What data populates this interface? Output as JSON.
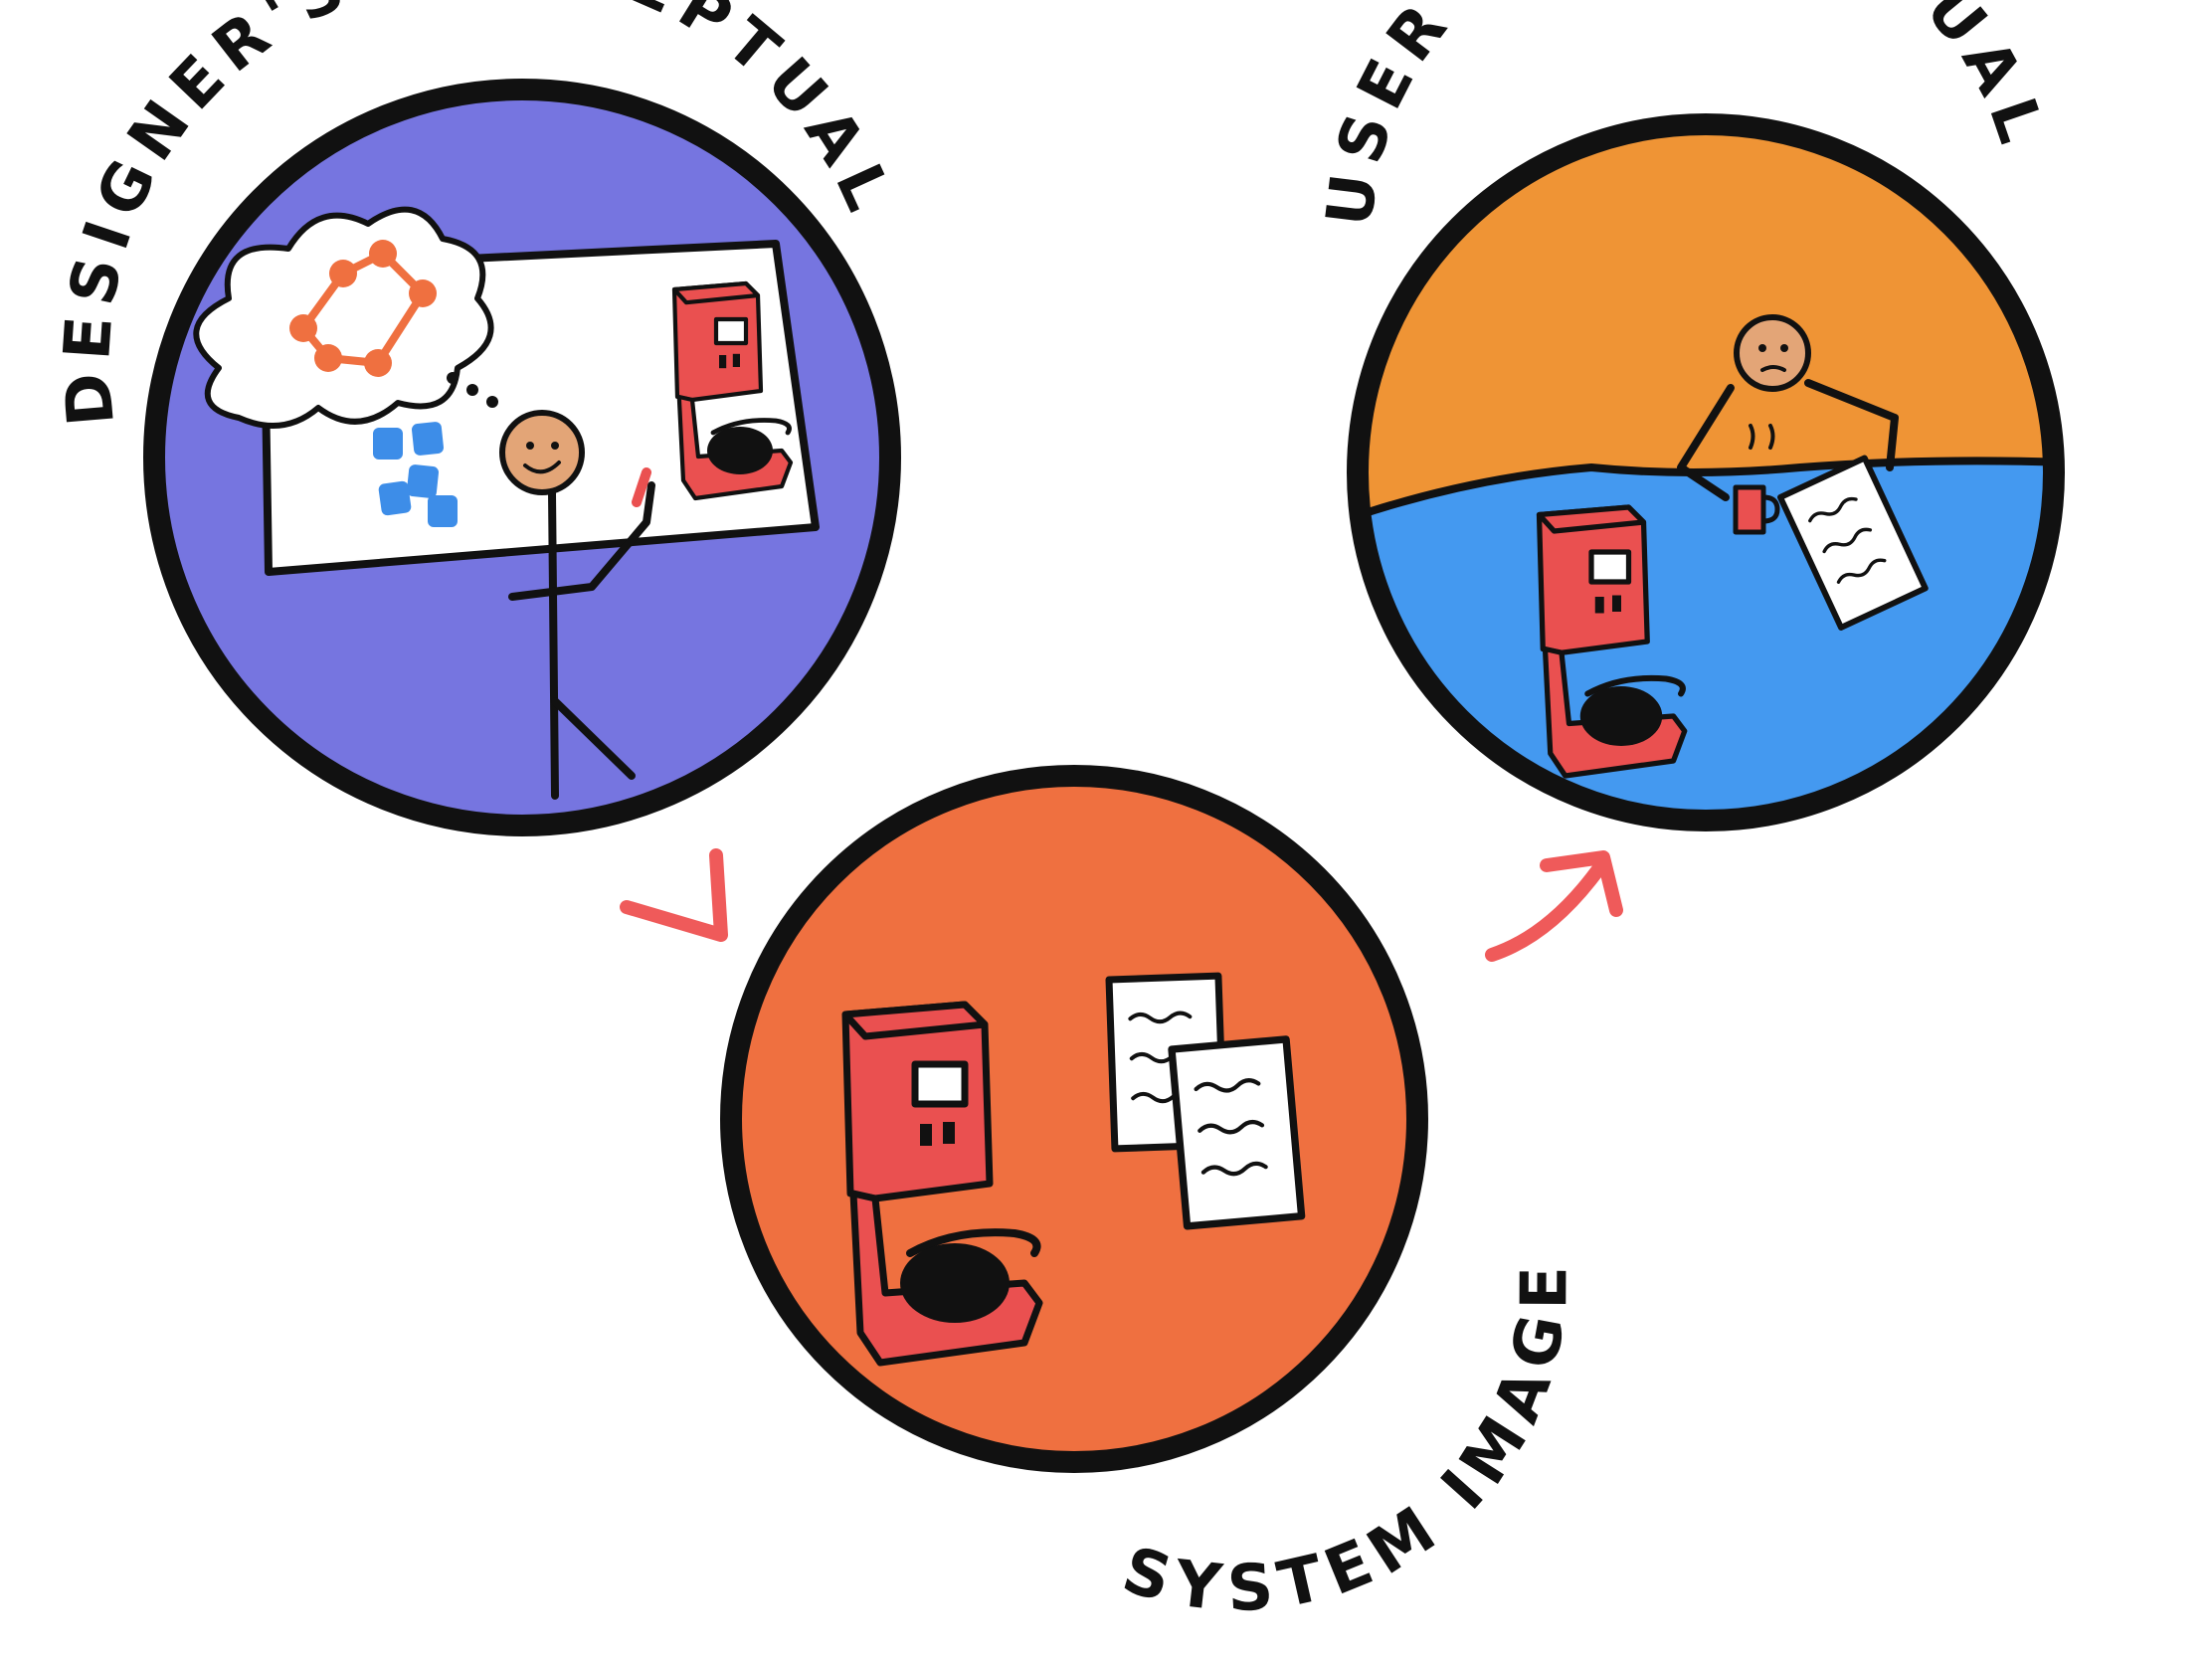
{
  "labels": {
    "designer_model": "DESIGNER'S CONCEPTUAL MODEL",
    "user_model": "USER'S CONCEPTUAL MODEL",
    "system_image": "SYSTEM IMAGE"
  },
  "colors": {
    "designer_bg": "#7675E0",
    "user_top": "#EF9435",
    "user_bottom": "#4499F0",
    "system_bg": "#EF7040",
    "arrow": "#EF5A5A",
    "machine": "#EA5050",
    "skin": "#E3A577",
    "network": "#EF7040",
    "sticky": "#3D8DE8",
    "ink": "#111111"
  },
  "icons": [
    "coffee-machine-icon",
    "stick-figure-icon",
    "thought-cloud-icon",
    "network-graph-icon",
    "sticky-notes-icon",
    "document-icon",
    "mug-icon",
    "arrow-icon"
  ]
}
